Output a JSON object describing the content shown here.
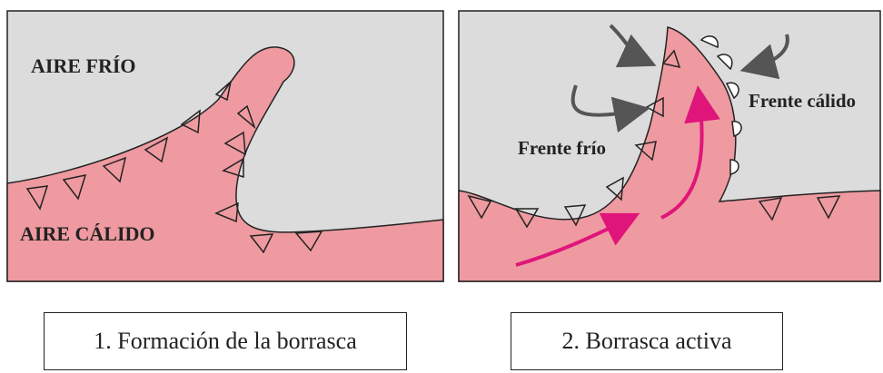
{
  "panel1": {
    "cold_air_label": "AIRE FRÍO",
    "warm_air_label": "AIRE CÁLIDO",
    "caption": "1. Formación de la borrasca"
  },
  "panel2": {
    "cold_front_label": "Frente frío",
    "warm_front_label": "Frente cálido",
    "caption": "2. Borrasca activa"
  },
  "colors": {
    "cold_air": "#dcdcdc",
    "warm_air": "#ee9aa0",
    "arrow_warm": "#e0157a",
    "arrow_cold": "#555555"
  }
}
